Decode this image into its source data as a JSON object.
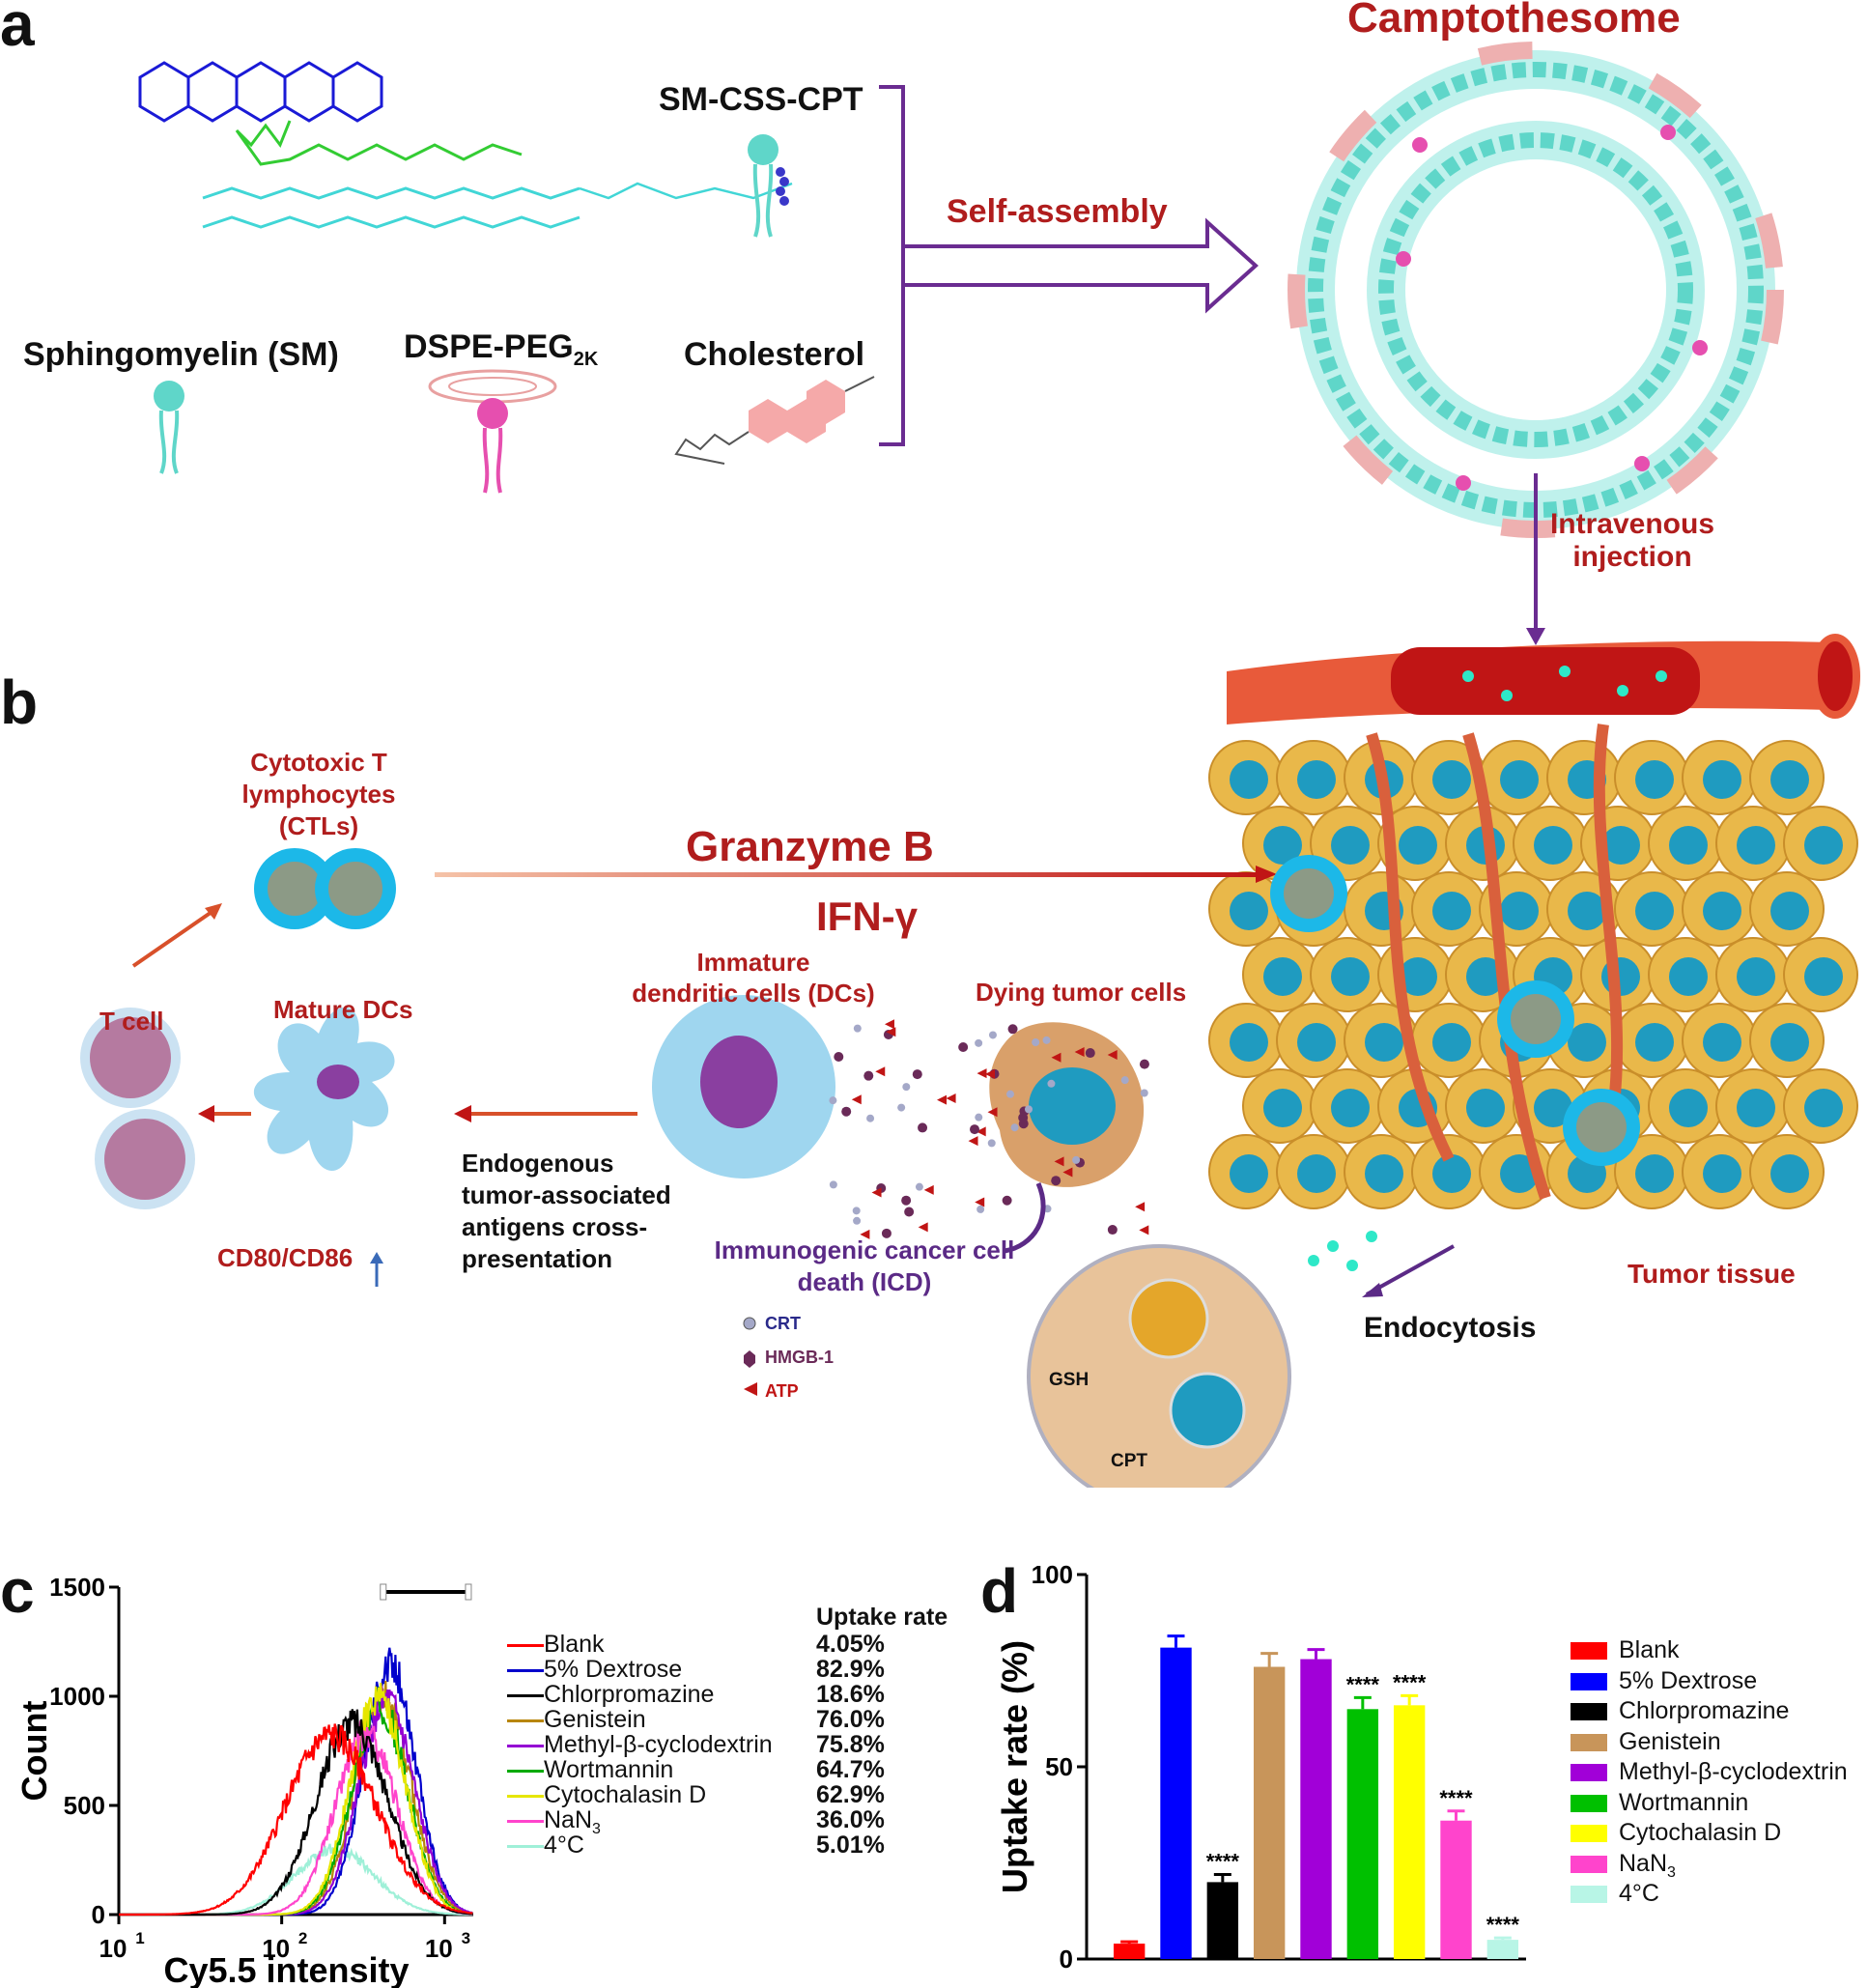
{
  "panels": {
    "a": "a",
    "b": "b",
    "c": "c",
    "d": "d"
  },
  "panel_a": {
    "title": "Camptothesome",
    "sm_css_cpt": "SM-CSS-CPT",
    "sphingomyelin": "Sphingomyelin (SM)",
    "dspe_peg": "DSPE-PEG",
    "dspe_peg_sub": "2K",
    "cholesterol": "Cholesterol",
    "self_assembly": "Self-assembly",
    "iv_line1": "Intravenous",
    "iv_line2": "injection"
  },
  "panel_b": {
    "ctl_line1": "Cytotoxic T",
    "ctl_line2": "lymphocytes",
    "ctl_line3": "(CTLs)",
    "granzyme": "Granzyme B",
    "ifn": "IFN-γ",
    "t_cell": "T cell",
    "mature_dcs": "Mature DCs",
    "immature_line1": "Immature",
    "immature_line2": "dendritic cells (DCs)",
    "dying": "Dying tumor cells",
    "endogenous_line1": "Endogenous",
    "endogenous_line2": "tumor-associated",
    "endogenous_line3": "antigens cross-",
    "endogenous_line4": "presentation",
    "cd80": "CD80/CD86",
    "icd_line1": "Immunogenic cancer cell",
    "icd_line2": "death (ICD)",
    "crt": "CRT",
    "hmgb": "HMGB-1",
    "atp": "ATP",
    "tumor_tissue": "Tumor tissue",
    "endocytosis": "Endocytosis",
    "gsh": "GSH",
    "cpt": "CPT"
  },
  "colors": {
    "red_label": "#b01d1d",
    "purple_arrow": "#6a2c91",
    "cyan": "#5fd6c9",
    "tumor": "#e9b84a",
    "nucleus": "#1f9bc0"
  },
  "chart_data": [
    {
      "type": "histogram",
      "panel": "c",
      "xlabel": "Cy5.5 intensity",
      "ylabel": "Count",
      "xscale": "log",
      "xlim": [
        10,
        1500
      ],
      "ylim": [
        0,
        1500
      ],
      "x_ticks": [
        "10",
        "10",
        "10"
      ],
      "x_tick_exps": [
        "1",
        "2",
        "3"
      ],
      "y_ticks": [
        "0",
        "500",
        "1000",
        "1500"
      ],
      "legend_header": "Uptake rate",
      "series": [
        {
          "name": "Blank",
          "color": "#ff0000",
          "uptake": "4.05%",
          "peak_x": 200,
          "peak_y": 820,
          "width": 0.28
        },
        {
          "name": "5% Dextrose",
          "color": "#0000cc",
          "uptake": "82.9%",
          "peak_x": 460,
          "peak_y": 1150,
          "width": 0.16
        },
        {
          "name": "Chlorpromazine",
          "color": "#000000",
          "uptake": "18.6%",
          "peak_x": 270,
          "peak_y": 880,
          "width": 0.22
        },
        {
          "name": "Genistein",
          "color": "#b8860b",
          "uptake": "76.0%",
          "peak_x": 420,
          "peak_y": 1000,
          "width": 0.17
        },
        {
          "name": "Methyl-β-cyclodextrin",
          "color": "#9400d3",
          "uptake": "75.8%",
          "peak_x": 440,
          "peak_y": 980,
          "width": 0.17
        },
        {
          "name": "Wortmannin",
          "color": "#00aa00",
          "uptake": "64.7%",
          "peak_x": 400,
          "peak_y": 960,
          "width": 0.17
        },
        {
          "name": "Cytochalasin D",
          "color": "#e6e600",
          "uptake": "62.9%",
          "peak_x": 390,
          "peak_y": 1000,
          "width": 0.17
        },
        {
          "name": "NaN",
          "name_sub": "3",
          "color": "#ff44cc",
          "uptake": "36.0%",
          "peak_x": 330,
          "peak_y": 820,
          "width": 0.19
        },
        {
          "name": "4°C",
          "color": "#9ff0d8",
          "uptake": "5.01%",
          "peak_x": 210,
          "peak_y": 300,
          "width": 0.24
        }
      ]
    },
    {
      "type": "bar",
      "panel": "d",
      "ylabel": "Uptake rate (%)",
      "ylim": [
        0,
        100
      ],
      "y_ticks": [
        "0",
        "50",
        "100"
      ],
      "categories": [
        "Blank",
        "5% Dextrose",
        "Chlorpromazine",
        "Genistein",
        "Methyl-β-cyclodextrin",
        "Wortmannin",
        "Cytochalasin D",
        "NaN3",
        "4°C"
      ],
      "values": [
        4,
        81,
        20,
        76,
        78,
        65,
        66,
        36,
        5
      ],
      "errors": [
        0.5,
        3,
        2,
        3.5,
        2.5,
        3,
        2.5,
        2.5,
        0.5
      ],
      "significance": [
        "",
        "",
        "****",
        "",
        "",
        "****",
        "****",
        "****",
        "****"
      ],
      "colors": [
        "#ff0000",
        "#0000ff",
        "#000000",
        "#c8955a",
        "#a100d8",
        "#00c000",
        "#ffff00",
        "#ff44cc",
        "#b8f5e6"
      ],
      "legend": [
        {
          "name": "Blank",
          "color": "#ff0000"
        },
        {
          "name": "5% Dextrose",
          "color": "#0000ff"
        },
        {
          "name": "Chlorpromazine",
          "color": "#000000"
        },
        {
          "name": "Genistein",
          "color": "#c8955a"
        },
        {
          "name": "Methyl-β-cyclodextrin",
          "color": "#a100d8"
        },
        {
          "name": "Wortmannin",
          "color": "#00c000"
        },
        {
          "name": "Cytochalasin D",
          "color": "#ffff00"
        },
        {
          "name": "NaN",
          "name_sub": "3",
          "color": "#ff44cc"
        },
        {
          "name": "4°C",
          "color": "#b8f5e6"
        }
      ]
    }
  ]
}
